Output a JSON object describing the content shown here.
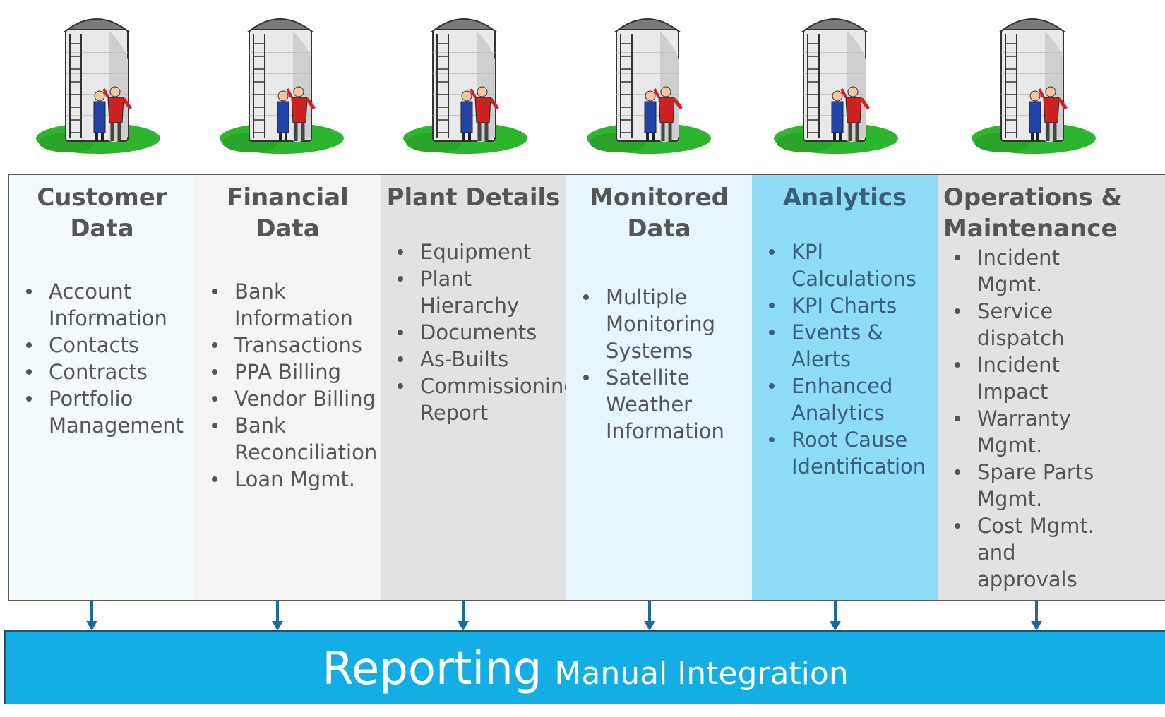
{
  "silos": [
    {
      "name": "silo-icon"
    },
    {
      "name": "silo-icon"
    },
    {
      "name": "silo-icon"
    },
    {
      "name": "silo-icon"
    },
    {
      "name": "silo-icon"
    },
    {
      "name": "silo-icon"
    }
  ],
  "columns": [
    {
      "title_line1": "Customer",
      "title_line2": "Data",
      "bg": "#f4fbfe",
      "items": [
        "Account Information",
        "Contacts",
        "Contracts",
        "Portfolio Management"
      ]
    },
    {
      "title_line1": "Financial",
      "title_line2": "Data",
      "bg": "#f5f5f5",
      "items": [
        "Bank Information",
        "Transactions",
        "PPA Billing",
        "Vendor Billing",
        "Bank Reconciliation",
        "Loan Mgmt."
      ]
    },
    {
      "title_line1": "Plant Details",
      "title_line2": "",
      "bg": "#e2e2e2",
      "items": [
        "Equipment",
        "Plant Hierarchy",
        "Documents",
        "As-Builts",
        "Commissioning Report"
      ]
    },
    {
      "title_line1": "Monitored",
      "title_line2": "Data",
      "bg": "#e6f6fc",
      "items": [
        "Multiple Monitoring Systems",
        "Satellite Weather Information"
      ]
    },
    {
      "title_line1": "Analytics",
      "title_line2": "",
      "bg": "#8fdcf6",
      "items": [
        "KPI Calculations",
        "KPI Charts",
        "Events & Alerts",
        "Enhanced Analytics",
        "Root Cause Identification"
      ]
    },
    {
      "title_line1": "Operations &",
      "title_line2": "Maintenance",
      "bg": "#e2e2e2",
      "items": [
        "Incident Mgmt.",
        "Service dispatch",
        "Incident Impact",
        "Warranty Mgmt.",
        "Spare Parts Mgmt.",
        "Cost Mgmt. and approvals"
      ]
    }
  ],
  "reporting": {
    "main": "Reporting",
    "sub": "Manual Integration",
    "bg": "#13aee6"
  },
  "arrow_color": "#1e6aa0"
}
